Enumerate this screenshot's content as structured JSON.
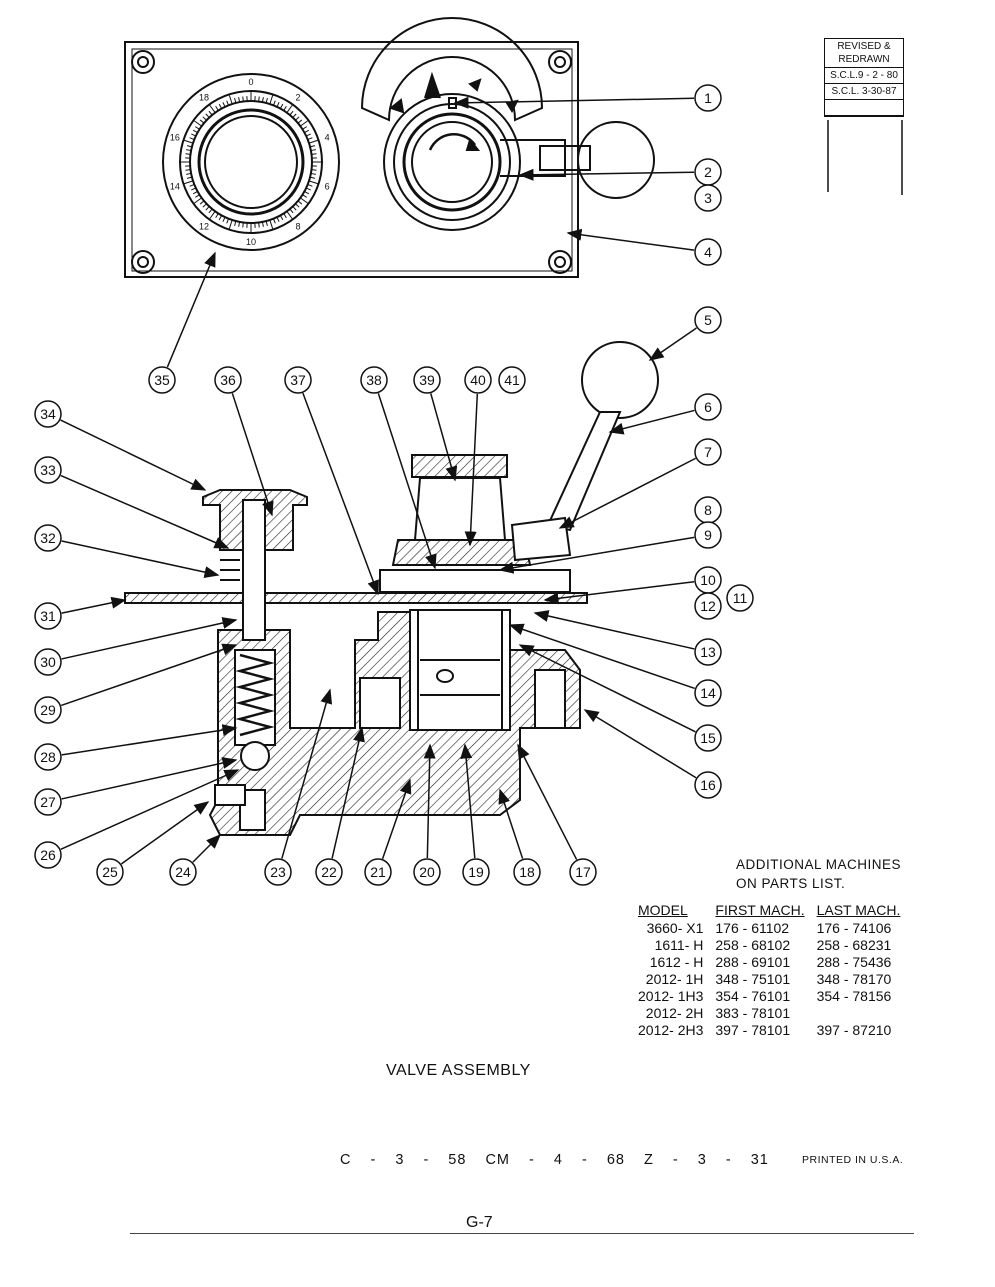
{
  "revision_block": {
    "header_line1": "REVISED  &",
    "header_line2": "REDRAWN",
    "rev1": "S.C.L.9 - 2 - 80",
    "rev2": "S.C.L. 3-30-87"
  },
  "dial_numbers": [
    "0",
    "2",
    "4",
    "6",
    "8",
    "10",
    "12",
    "14",
    "16",
    "18"
  ],
  "callouts": [
    "1",
    "2",
    "3",
    "4",
    "5",
    "6",
    "7",
    "8",
    "9",
    "10",
    "11",
    "12",
    "13",
    "14",
    "15",
    "16",
    "17",
    "18",
    "19",
    "20",
    "21",
    "22",
    "23",
    "24",
    "25",
    "26",
    "27",
    "28",
    "29",
    "30",
    "31",
    "32",
    "33",
    "34",
    "35",
    "36",
    "37",
    "38",
    "39",
    "40",
    "41"
  ],
  "additional_machines": {
    "title_line1": "ADDITIONAL  MACHINES",
    "title_line2": "ON  PARTS  LIST.",
    "headers": [
      "MODEL",
      "FIRST MACH.",
      "LAST MACH."
    ],
    "rows": [
      [
        "3660- X1",
        "176 - 61102",
        "176 - 74106"
      ],
      [
        "1611- H",
        "258 - 68102",
        "258 - 68231"
      ],
      [
        "1612 - H",
        "288 - 69101",
        "288 - 75436"
      ],
      [
        "2012- 1H",
        "348 - 75101",
        "348 - 78170"
      ],
      [
        "2012- 1H3",
        "354 - 76101",
        "354 - 78156"
      ],
      [
        "2012- 2H",
        "383 - 78101",
        ""
      ],
      [
        "2012- 2H3",
        "397 - 78101",
        "397 - 87210"
      ]
    ]
  },
  "caption": "VALVE  ASSEMBLY",
  "codes": "C - 3 - 58   CM - 4 - 68   Z - 3 - 31",
  "printed": "PRINTED  IN  U.S.A.",
  "page_number": "G-7"
}
